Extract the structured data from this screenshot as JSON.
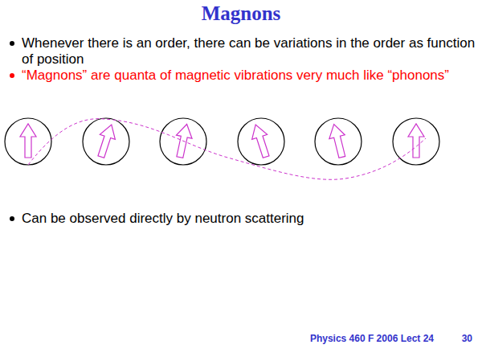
{
  "diagram": {
    "title": "Magnons",
    "labels": [
      "Whenever there is an order, there can be variations in the order as function of position",
      "“Magnons” are quanta of magnetic vibrations very much like “phonons”",
      "Can be observed directly by neutron scattering",
      "Physics 460 F 2006 Lect 24",
      "30"
    ]
  }
}
